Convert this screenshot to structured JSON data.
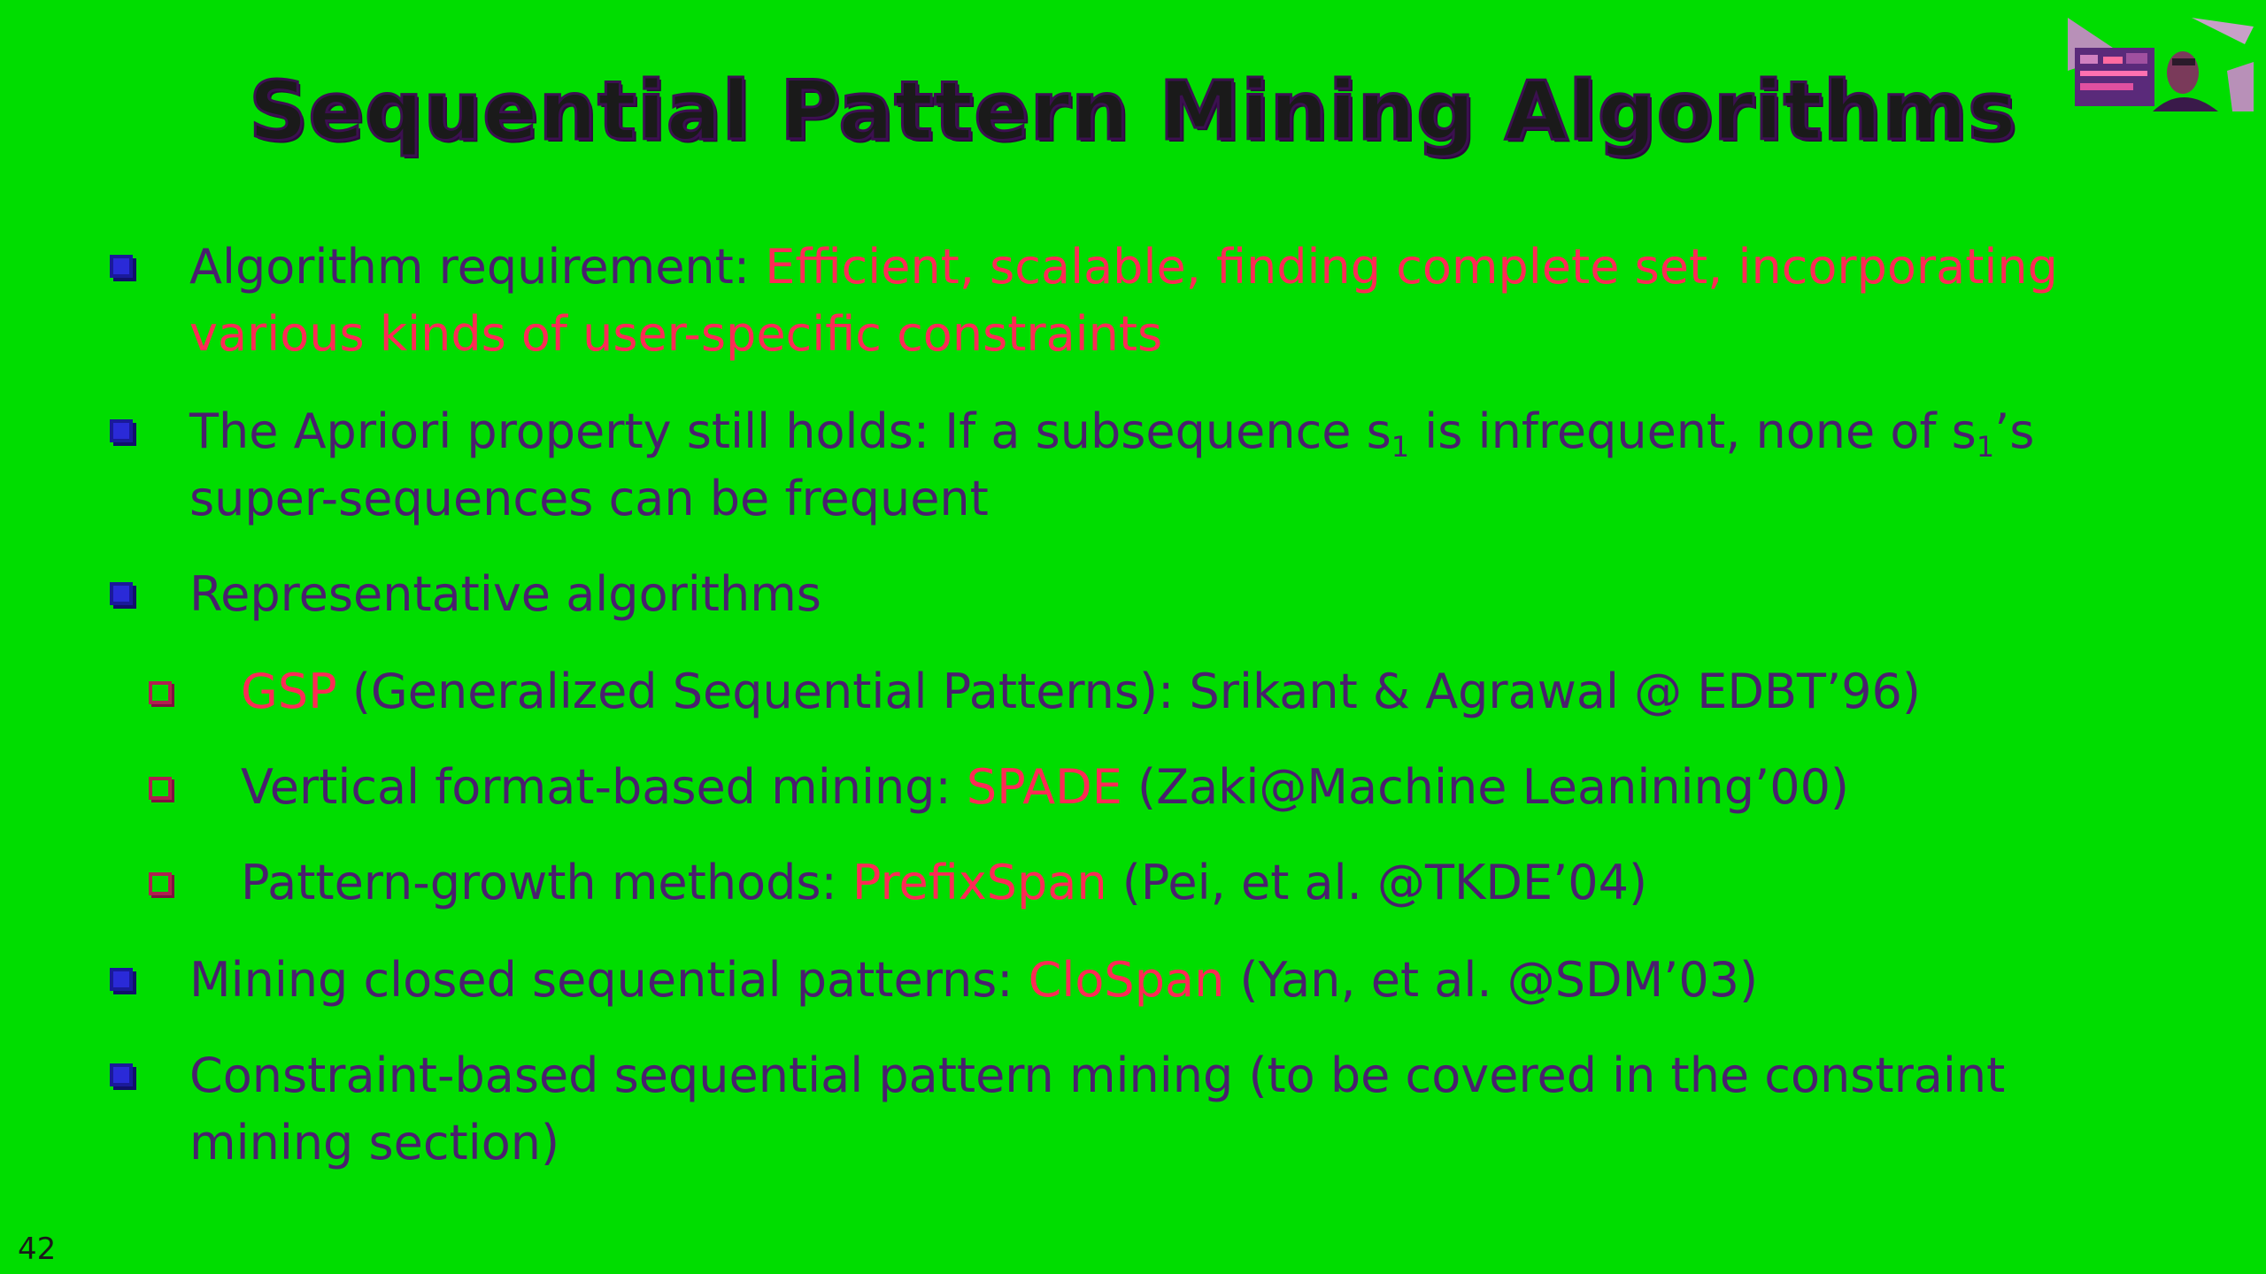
{
  "slide": {
    "title": "Sequential Pattern Mining Algorithms",
    "page_number": "42"
  },
  "bullets": [
    {
      "text_a": "Algorithm requirement: ",
      "hl_a": "Efficient, scalable, finding complete set, incorporating",
      "line2_hl": "various kinds of user-specific constraints"
    },
    {
      "text_a": "The Apriori property still holds:  If a subsequence s",
      "sub_a": "1",
      "text_b": " is infrequent, none of s",
      "sub_b": "1",
      "text_c": "’s",
      "line2": "super-sequences can be frequent"
    },
    {
      "text_a": "Representative algorithms"
    },
    {
      "hl_a": "GSP",
      "text_b": " (Generalized Sequential Patterns): Srikant & Agrawal @ EDBT’96)"
    },
    {
      "text_a": "Vertical format-based mining: ",
      "hl_a": "SPADE",
      "text_b": " (Zaki@Machine Leanining’00)"
    },
    {
      "text_a": "Pattern-growth methods: ",
      "hl_a": "PrefixSpan",
      "text_b": " (Pei, et al. @TKDE’04)"
    },
    {
      "text_a": "Mining closed sequential patterns: ",
      "hl_a": "CloSpan",
      "text_b": " (Yan, et al. @SDM’03)"
    },
    {
      "text_a": "Constraint-based sequential pattern mining (to be covered in the constraint",
      "line2": "mining section)"
    }
  ],
  "colors": {
    "background": "#00dd00",
    "body_text": "#4a1f6e",
    "highlight": "#ff2a55",
    "marker_level1": "#2a2ad8",
    "marker_level2": "#b02050"
  },
  "icons": {
    "marker_level1": "square-bullet-icon",
    "marker_level2": "hollow-square-bullet-icon"
  }
}
